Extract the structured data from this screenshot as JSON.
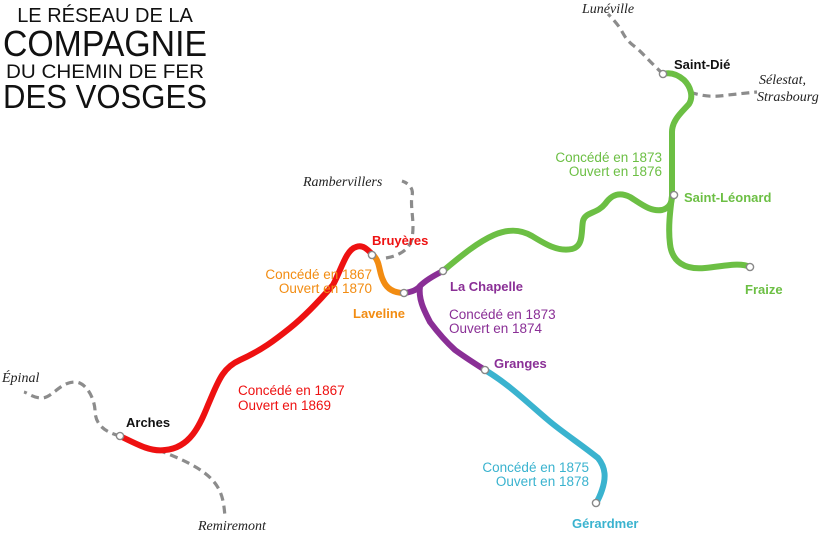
{
  "title": {
    "line1": "LE RÉSEAU DE LA",
    "line2": "COMPAGNIE",
    "line3": "DU CHEMIN DE FER",
    "line4": "DES VOSGES"
  },
  "colors": {
    "arches_laveline": "#ee1111",
    "bruyeres_laveline": "#f28c12",
    "laveline_granges": "#8a2f96",
    "granges_gerardmer": "#3ab3cf",
    "laveline_saintdie": "#6cbf44",
    "external": "#8c8c8c"
  },
  "stations": {
    "arches": "Arches",
    "bruyeres": "Bruyères",
    "laveline": "Laveline",
    "la_chapelle": "La Chapelle",
    "granges": "Granges",
    "gerardmer": "Gérardmer",
    "saint_leonard": "Saint-Léonard",
    "saint_die": "Saint-Dié",
    "fraize": "Fraize"
  },
  "external_destinations": {
    "epinal": "Épinal",
    "remiremont": "Remiremont",
    "rambervillers": "Rambervillers",
    "luneville": "Lunéville",
    "selestat_line1": "Sélestat,",
    "selestat_line2": "Strasbourg"
  },
  "segments": {
    "arches_laveline": {
      "conceded": "Concédé en 1867",
      "opened": "Ouvert en 1869"
    },
    "bruyeres_laveline": {
      "conceded": "Concédé en 1867",
      "opened": "Ouvert en 1870"
    },
    "laveline_granges": {
      "conceded": "Concédé en 1873",
      "opened": "Ouvert en 1874"
    },
    "granges_gerardmer": {
      "conceded": "Concédé en 1875",
      "opened": "Ouvert en 1878"
    },
    "saint_die_lines": {
      "conceded": "Concédé en 1873",
      "opened": "Ouvert en 1876"
    }
  }
}
